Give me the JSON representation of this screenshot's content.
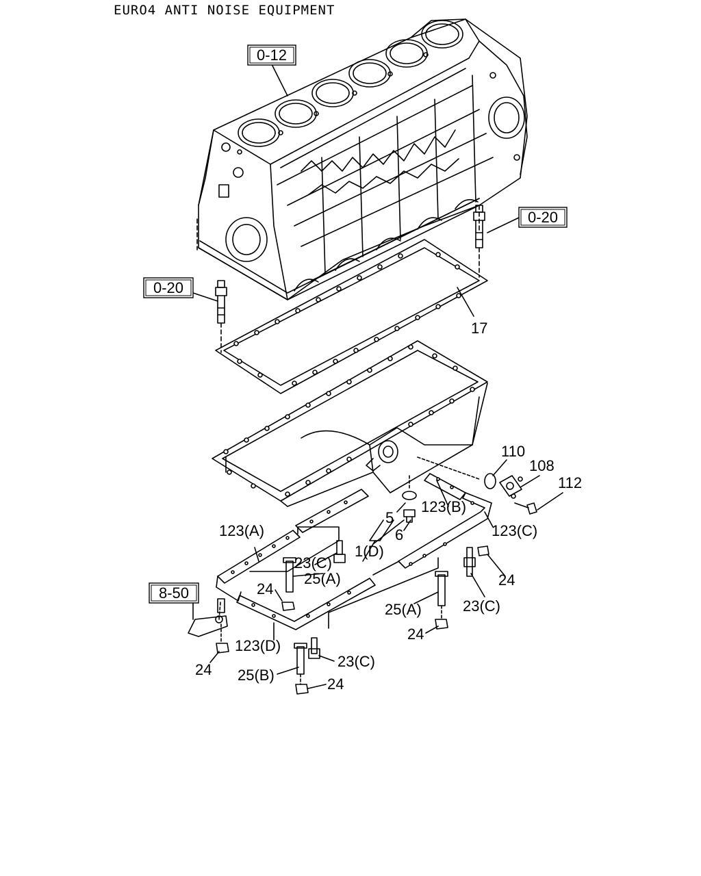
{
  "title": "EURO4 ANTI NOISE EQUIPMENT",
  "references": [
    {
      "id": "ref-0-12",
      "text": "0-12"
    },
    {
      "id": "ref-0-20-right",
      "text": "0-20"
    },
    {
      "id": "ref-0-20-left",
      "text": "0-20"
    },
    {
      "id": "ref-8-50",
      "text": "8-50"
    }
  ],
  "callouts": [
    {
      "id": "17",
      "text": "17"
    },
    {
      "id": "110",
      "text": "110"
    },
    {
      "id": "108",
      "text": "108"
    },
    {
      "id": "112",
      "text": "112"
    },
    {
      "id": "5",
      "text": "5"
    },
    {
      "id": "6",
      "text": "6"
    },
    {
      "id": "123b",
      "text": "123(B)"
    },
    {
      "id": "123c",
      "text": "123(C)"
    },
    {
      "id": "123a",
      "text": "123(A)"
    },
    {
      "id": "1d",
      "text": "1(D)"
    },
    {
      "id": "23c-a",
      "text": "23(C)"
    },
    {
      "id": "25a-a",
      "text": "25(A)"
    },
    {
      "id": "24-a",
      "text": "24"
    },
    {
      "id": "24-b",
      "text": "24"
    },
    {
      "id": "25a-b",
      "text": "25(A)"
    },
    {
      "id": "23c-b",
      "text": "23(C)"
    },
    {
      "id": "24-c",
      "text": "24"
    },
    {
      "id": "123d",
      "text": "123(D)"
    },
    {
      "id": "24-d",
      "text": "24"
    },
    {
      "id": "23c-c",
      "text": "23(C)"
    },
    {
      "id": "25b",
      "text": "25(B)"
    },
    {
      "id": "24-e",
      "text": "24"
    }
  ]
}
